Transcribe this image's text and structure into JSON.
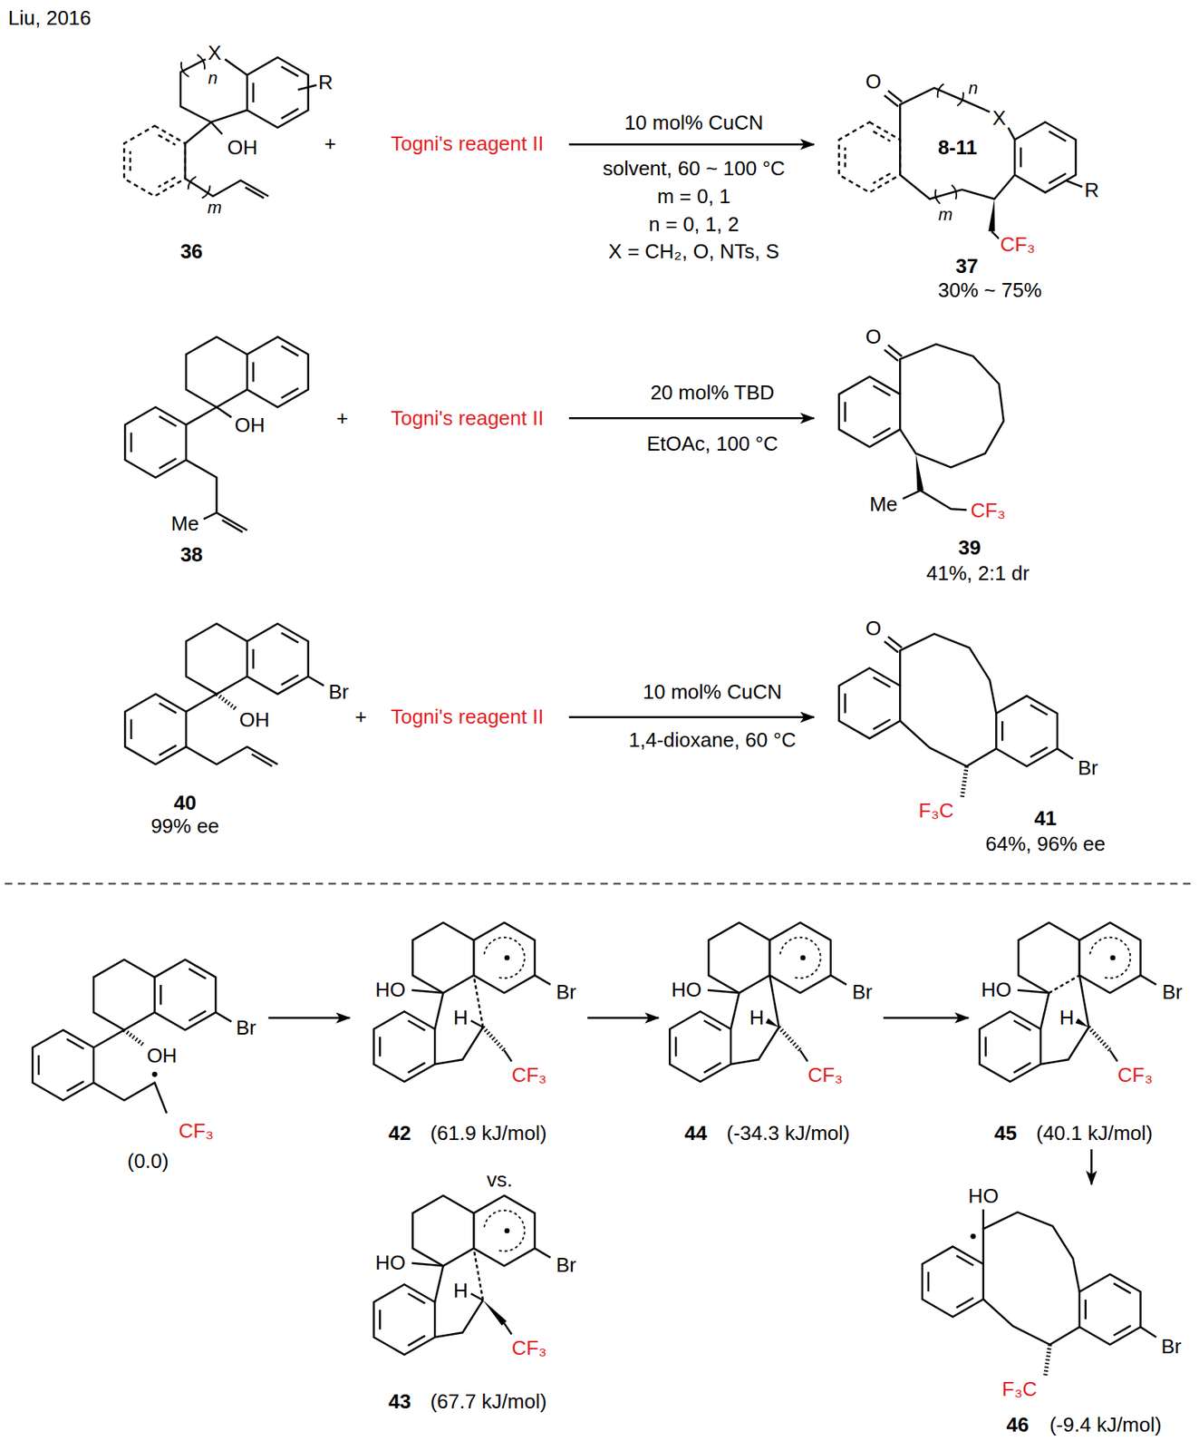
{
  "diagram": {
    "labels": [
      "Liu, 2016",
      "X",
      "n",
      "R",
      "OH",
      "m",
      "36",
      "+",
      "Togni's reagent II",
      "10 mol% CuCN",
      "solvent, 60 ~ 100 °C",
      "m = 0, 1",
      "n = 0, 1, 2",
      "X = CH₂, O, NTs, S",
      "O",
      "n",
      "X",
      "8-11",
      "m",
      "R",
      "CF₃",
      "37",
      "30% ~ 75%",
      "OH",
      "Me",
      "38",
      "+",
      "Togni's reagent II",
      "20 mol% TBD",
      "EtOAc, 100 °C",
      "O",
      "Me",
      "CF₃",
      "39",
      "41%, 2:1 dr",
      "Br",
      "OH",
      "40",
      "99% ee",
      "+",
      "Togni's reagent II",
      "10 mol% CuCN",
      "1,4-dioxane, 60 °C",
      "O",
      "F₃C",
      "Br",
      "41",
      "64%, 96% ee",
      "Br",
      "OH",
      "CF₃",
      "(0.0)",
      "HO",
      "H",
      "Br",
      "CF₃",
      "42",
      "(61.9 kJ/mol)",
      "vs.",
      "HO",
      "H",
      "Br",
      "CF₃",
      "43",
      "(67.7 kJ/mol)",
      "HO",
      "H",
      "Br",
      "CF₃",
      "44",
      "(-34.3 kJ/mol)",
      "HO",
      "H",
      "Br",
      "CF₃",
      "45",
      "(40.1 kJ/mol)",
      "HO",
      "F₃C",
      "Br",
      "46",
      "(-9.4 kJ/mol)"
    ]
  }
}
